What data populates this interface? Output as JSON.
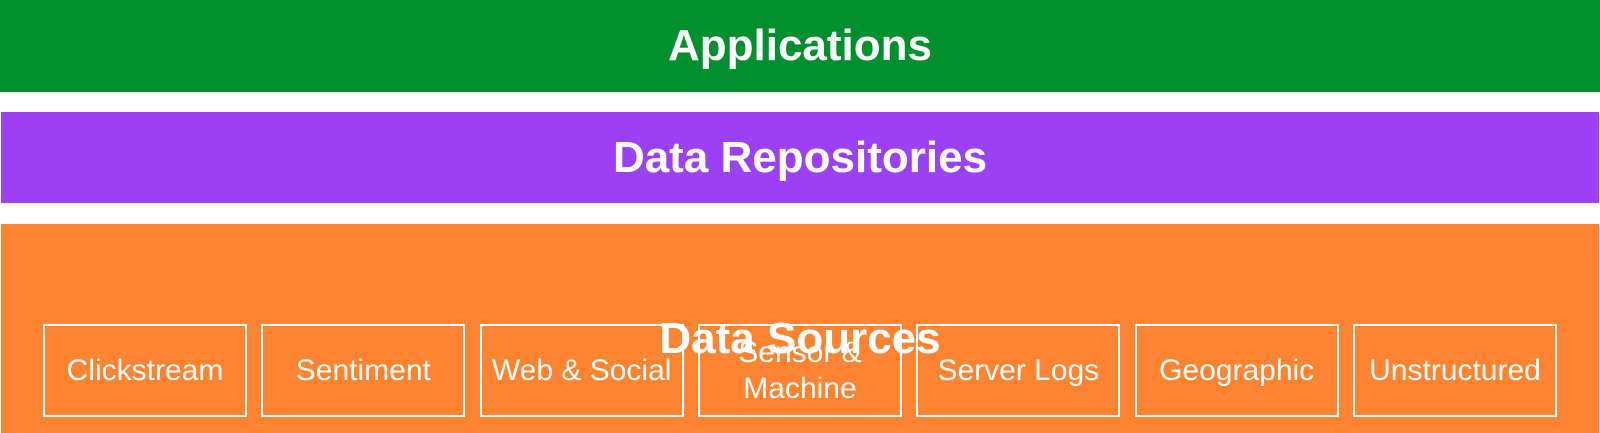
{
  "colors": {
    "applications": "#008F2E",
    "repositories": "#9B40F5",
    "sources": "#FF8431",
    "text": "#FFFFFF"
  },
  "layers": {
    "applications": "Applications",
    "repositories": "Data Repositories",
    "sources": "Data Sources"
  },
  "sources": [
    "Clickstream",
    "Sentiment",
    "Web & Social",
    "Sensor &\nMachine",
    "Server Logs",
    "Geographic",
    "Unstructured"
  ]
}
